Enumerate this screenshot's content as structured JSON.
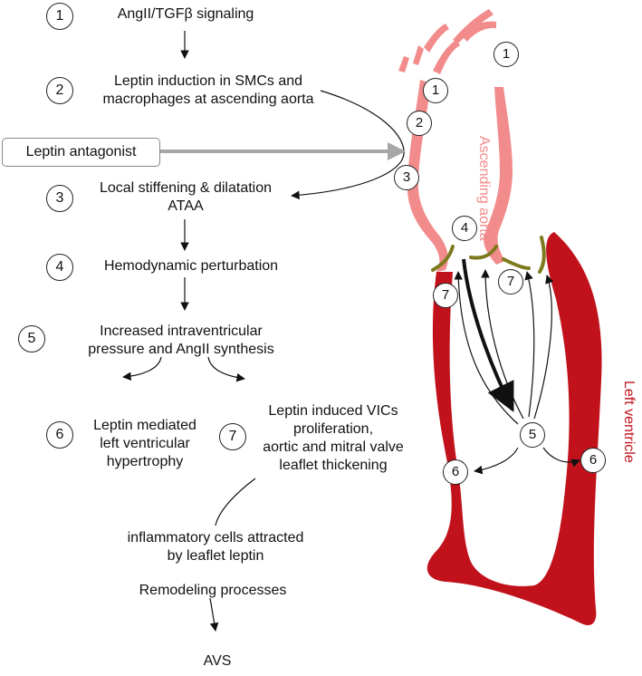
{
  "steps": {
    "s1": {
      "number": "1",
      "lines": [
        "AngII/TGFβ signaling"
      ]
    },
    "s2": {
      "number": "2",
      "lines": [
        "Leptin induction in SMCs and",
        "macrophages at ascending aorta"
      ]
    },
    "s3": {
      "number": "3",
      "lines": [
        "Local stiffening & dilatation",
        "ATAA"
      ]
    },
    "s4": {
      "number": "4",
      "lines": [
        "Hemodynamic perturbation"
      ]
    },
    "s5": {
      "number": "5",
      "lines": [
        "Increased intraventricular",
        "pressure and AngII synthesis"
      ]
    },
    "s6": {
      "number": "6",
      "lines": [
        "Leptin mediated",
        "left ventricular",
        "hypertrophy"
      ]
    },
    "s7": {
      "number": "7",
      "lines": [
        "Leptin induced VICs",
        "proliferation,",
        "aortic and mitral valve",
        "leaflet thickening"
      ]
    }
  },
  "extra": {
    "inflammatory": [
      "inflammatory cells attracted",
      "by leaflet leptin"
    ],
    "remodeling": "Remodeling processes",
    "avs": "AVS"
  },
  "antagonist": "Leptin antagonist",
  "anatomy": {
    "aorta_label": "Ascending aorta",
    "ventricle_label": "Left ventricle",
    "markers": [
      "1",
      "1",
      "2",
      "3",
      "4",
      "7",
      "7",
      "5",
      "6",
      "6"
    ]
  },
  "colors": {
    "aorta": "#f28b8b",
    "ventricle": "#c1121c",
    "valve": "#7d7a1e",
    "antagonist_arrow": "#a6a6a6",
    "ventricle_text": "#c1121c",
    "aorta_text": "#f28b8b"
  }
}
